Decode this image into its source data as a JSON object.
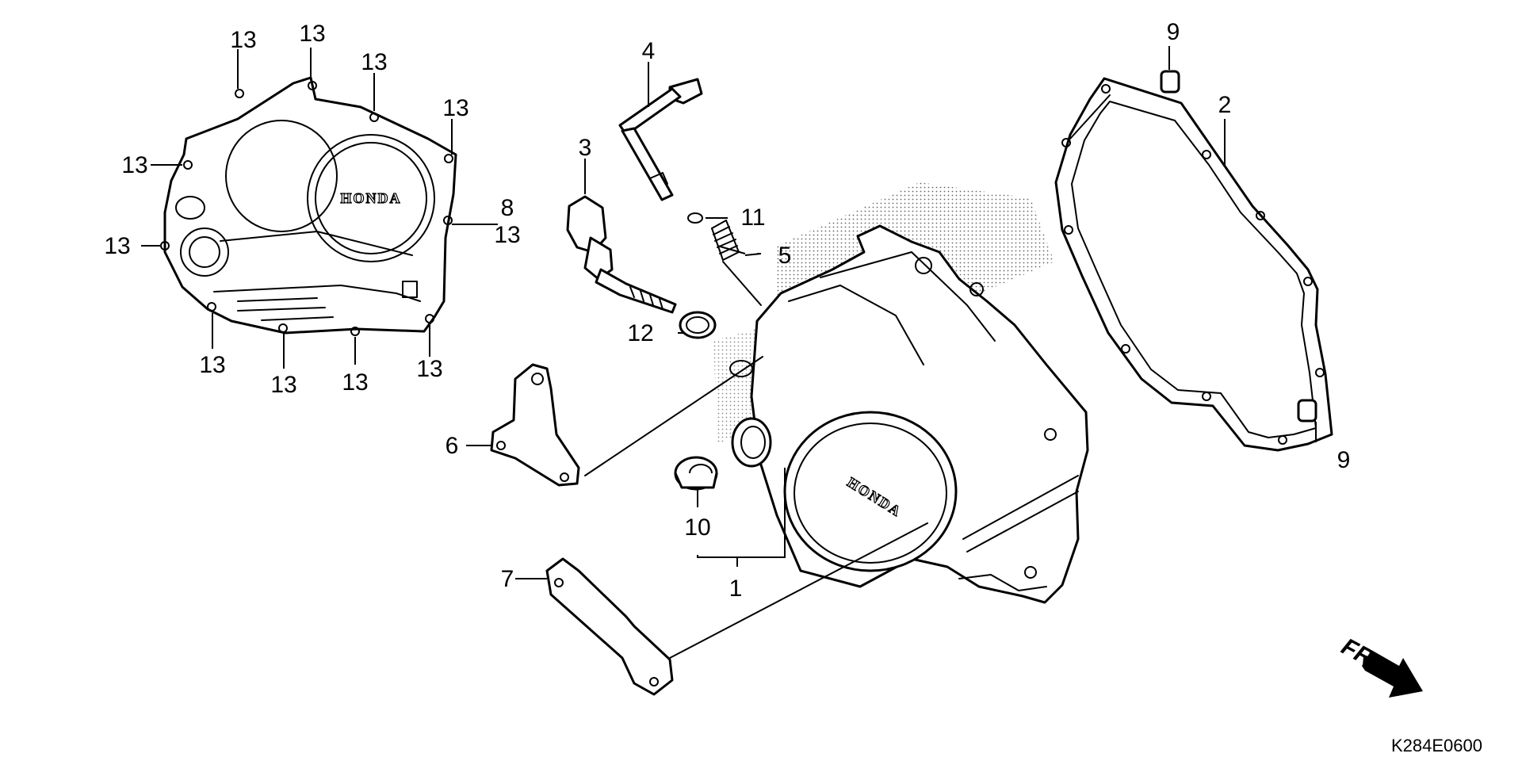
{
  "figure_code": "K284E0600",
  "direction_label": "FR.",
  "logo_text": "HONDA",
  "callouts": {
    "c1": "1",
    "c2": "2",
    "c3": "3",
    "c4": "4",
    "c5": "5",
    "c6": "6",
    "c7": "7",
    "c8": "8",
    "c9a": "9",
    "c9b": "9",
    "c10": "10",
    "c11": "11",
    "c12": "12",
    "c13": [
      "13",
      "13",
      "13",
      "13",
      "13",
      "13",
      "13",
      "13",
      "13",
      "13",
      "13",
      "13"
    ]
  }
}
